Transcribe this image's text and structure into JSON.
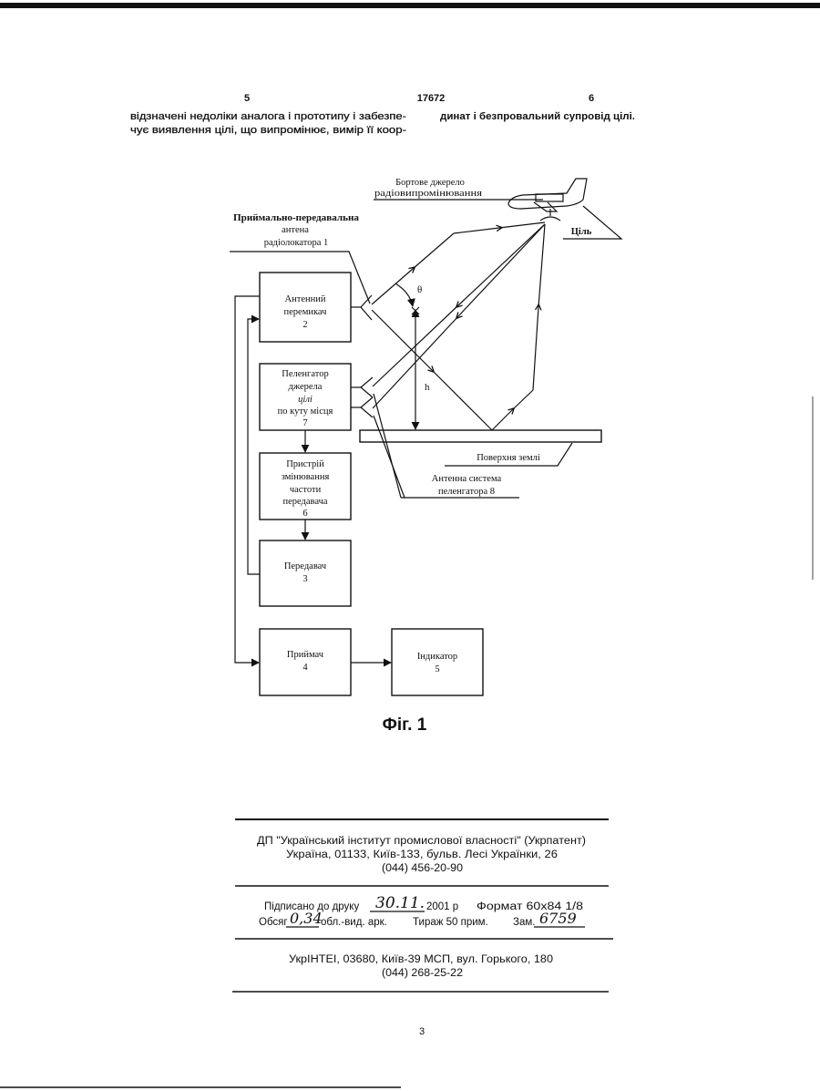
{
  "header": {
    "left_page_number": "5",
    "patent_number": "17672",
    "right_page_number": "6"
  },
  "body": {
    "left_column": [
      "відзначені недоліки аналога і прототипу і забезпе-",
      "чує виявлення цілі, що випромінює, вимір її коор-"
    ],
    "right_column": [
      "динат і безпровальний супровід цілі."
    ]
  },
  "figure": {
    "source_label": [
      "Бортове джерело",
      "радіовипромінювання"
    ],
    "target_label": "Ціль",
    "antenna_label": [
      "Приймально-передавальна",
      "антена",
      "радіолокатора 1"
    ],
    "blocks": {
      "antenna_switch": [
        "Антенний",
        "перемикач",
        "2"
      ],
      "direction_finder": [
        "Пеленгатор",
        "джерела",
        "цілі",
        "по куту місця",
        "7"
      ],
      "frequency_changer": [
        "Пристрій",
        "змінювання",
        "частоти",
        "передавача",
        "6"
      ],
      "transmitter": [
        "Передавач",
        "3"
      ],
      "receiver": [
        "Приймач",
        "4"
      ],
      "indicator": [
        "Індикатор",
        "5"
      ]
    },
    "ground_label": "Поверхня землі",
    "array_label": [
      "Антенна система",
      "пеленгатора 8"
    ],
    "angle_symbol": "θ",
    "height_symbol": "h",
    "caption": "Фіг. 1"
  },
  "imprint": {
    "publisher": [
      "ДП \"Український інститут промислової власності\" (Укрпатент)",
      "Україна, 01133, Київ-133, бульв. Лесі Українки, 26",
      "(044) 456-20-90"
    ],
    "print_info": {
      "signed_label": "Підписано до друку",
      "signed_date": "30.11.",
      "signed_year": "2001 р",
      "format": "Формат 60х84 1/8",
      "volume_label": "Обсяг",
      "volume_value": "0,34",
      "volume_unit": "обл.-вид. арк.",
      "circulation": "Тираж 50 прим.",
      "order_label": "Зам.",
      "order_number": "6759"
    },
    "printer": [
      "УкрІНТЕІ, 03680, Київ-39 МСП, вул. Горького, 180",
      "(044) 268-25-22"
    ]
  },
  "page_number": "3"
}
